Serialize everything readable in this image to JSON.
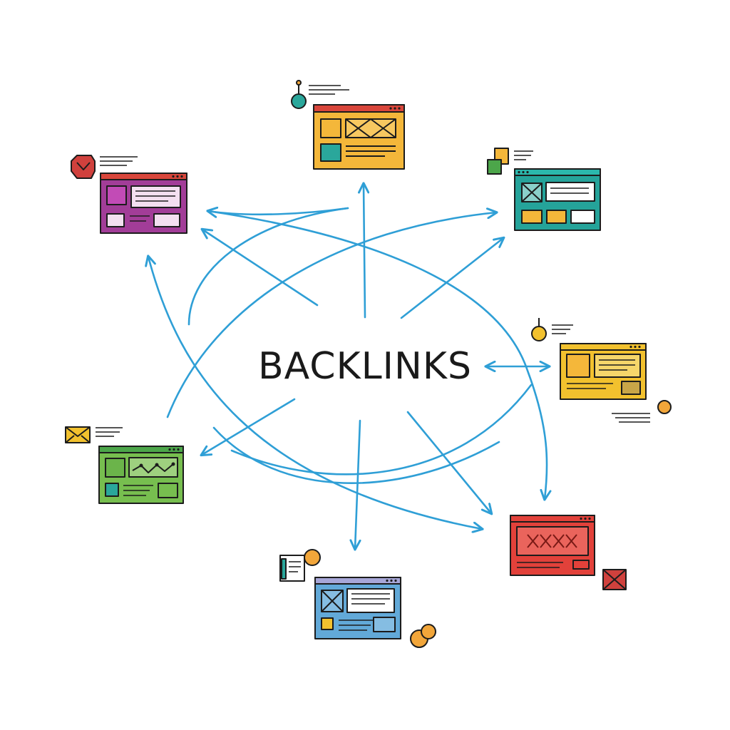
{
  "diagram": {
    "title": "BACKLINKS"
  },
  "colors": {
    "arrow": "#2f9fd6",
    "stroke": "#1c1c1c",
    "yellow_page": "#f4b73a",
    "teal_page": "#25a39a",
    "purple_page": "#a23d98",
    "gold_page": "#f2c12e",
    "green_page": "#77be4f",
    "red_page": "#e2413a",
    "blue_page": "#62a9d8",
    "accent_orange": "#f2a63a",
    "accent_teal": "#2aa79b",
    "accent_green": "#4ca64a",
    "accent_red": "#d0413d"
  },
  "nodes": [
    {
      "id": "page-top-yellow",
      "icon": "browser-window-icon",
      "badge": "pin-icon"
    },
    {
      "id": "page-purple",
      "icon": "browser-window-icon",
      "badge": "shield-icon"
    },
    {
      "id": "page-teal",
      "icon": "browser-window-icon",
      "badge": "files-icon"
    },
    {
      "id": "page-gold",
      "icon": "browser-window-icon",
      "badge": "pin-icon"
    },
    {
      "id": "page-green",
      "icon": "browser-window-icon",
      "badge": "envelope-icon"
    },
    {
      "id": "page-red",
      "icon": "browser-window-icon",
      "badge": "mail-icon"
    },
    {
      "id": "page-blue",
      "icon": "browser-window-icon",
      "badge": "document-icon"
    }
  ]
}
